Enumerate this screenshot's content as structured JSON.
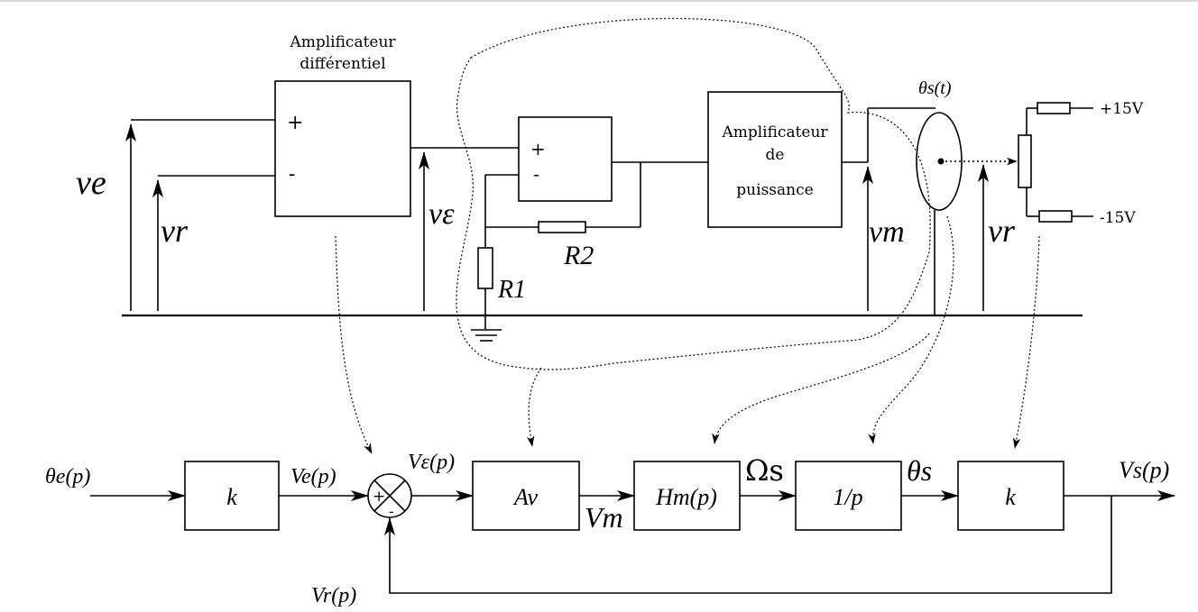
{
  "circuit": {
    "diff_amp_line1": "Amplificateur",
    "diff_amp_line2": "différentiel",
    "diff_amp_plus": "+",
    "diff_amp_minus": "-",
    "opamp_plus": "+",
    "opamp_minus": "-",
    "power_amp_line1": "Amplificateur",
    "power_amp_line2": "de",
    "power_amp_line3": "puissance",
    "theta_s_t": "θs(t)",
    "supply_pos": "+15V",
    "supply_neg": "-15V",
    "v_e": "ve",
    "v_r_left": "vr",
    "v_eps": "vε",
    "r1": "R1",
    "r2": "R2",
    "v_m": "vm",
    "v_r_right": "vr"
  },
  "block_diagram": {
    "input": "θe(p)",
    "block_k1": "k",
    "ve_p": "Ve(p)",
    "veps_p": "Vε(p)",
    "sum_plus": "+",
    "sum_minus": "-",
    "block_av": "Av",
    "vm": "Vm",
    "block_hm": "Hm(p)",
    "omega_s": "Ωs",
    "block_int": "1/p",
    "theta_s": "θs",
    "block_k2": "k",
    "vs_p": "Vs(p)",
    "vr_p": "Vr(p)"
  }
}
